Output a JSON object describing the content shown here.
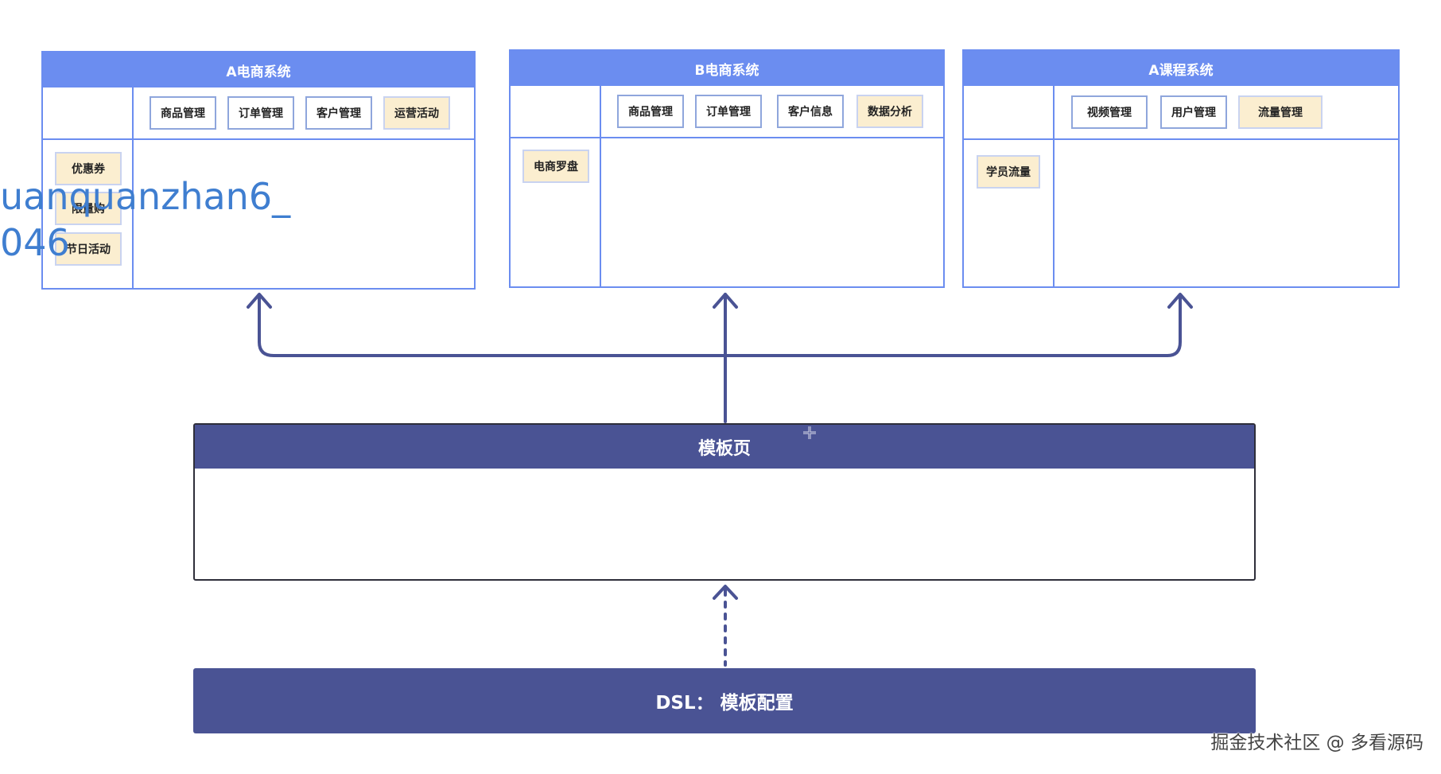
{
  "systems": [
    {
      "title": "A电商系统",
      "top_tabs": [
        {
          "label": "商品管理",
          "highlight": false
        },
        {
          "label": "订单管理",
          "highlight": false
        },
        {
          "label": "客户管理",
          "highlight": false
        },
        {
          "label": "运营活动",
          "highlight": true
        }
      ],
      "side_items": [
        {
          "label": "优惠券"
        },
        {
          "label": "限量购"
        },
        {
          "label": "节日活动"
        }
      ]
    },
    {
      "title": "B电商系统",
      "top_tabs": [
        {
          "label": "商品管理",
          "highlight": false
        },
        {
          "label": "订单管理",
          "highlight": false
        },
        {
          "label": "客户信息",
          "highlight": false
        },
        {
          "label": "数据分析",
          "highlight": true
        }
      ],
      "side_items": [
        {
          "label": "电商罗盘"
        }
      ]
    },
    {
      "title": "A课程系统",
      "top_tabs": [
        {
          "label": "视频管理",
          "highlight": false
        },
        {
          "label": "用户管理",
          "highlight": false
        },
        {
          "label": "流量管理",
          "highlight": true
        }
      ],
      "side_items": [
        {
          "label": "学员流量"
        }
      ]
    }
  ],
  "template_page": {
    "title": "模板页"
  },
  "dsl": {
    "label": "DSL： 模板配置"
  },
  "watermark": {
    "line1": "uanquanzhan6_",
    "line2": "046"
  },
  "footer": {
    "credit": "掘金技术社区 @ 多看源码"
  },
  "colors": {
    "system_header": "#6b8df0",
    "template_header": "#4a5394",
    "highlight_chip": "#fbeed0",
    "connector": "#4a5394"
  }
}
